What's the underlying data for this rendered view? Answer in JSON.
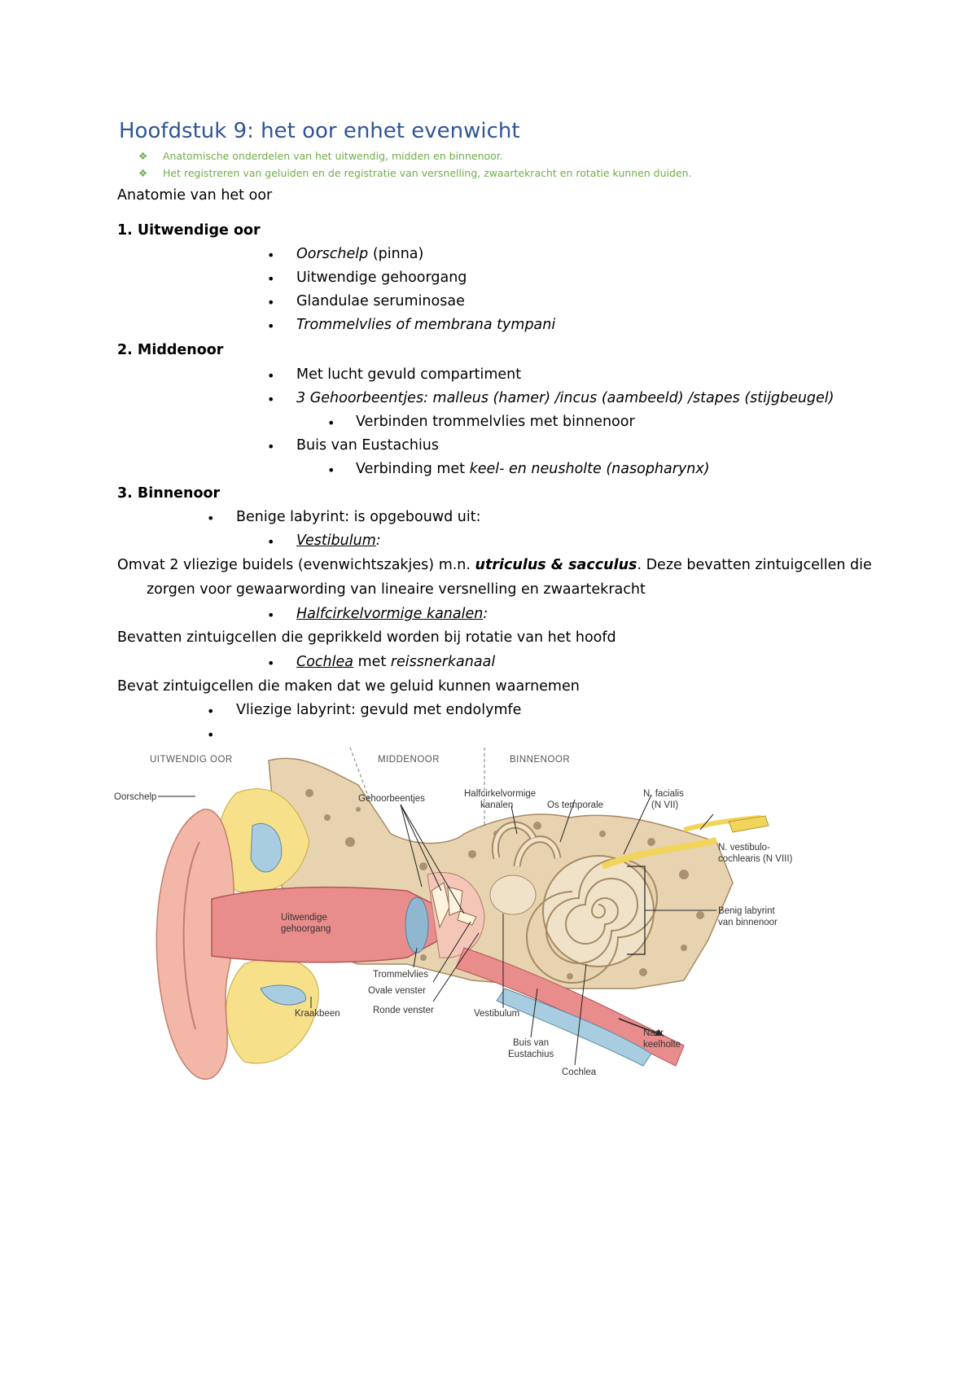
{
  "title": "Hoofdstuk 9: het oor enhet evenwicht",
  "objectives": [
    "Anatomische onderdelen van het uitwendig, midden en binnenoor.",
    "Het registreren van geluiden en de registratie van versnelling, zwaartekracht en rotatie kunnen duiden."
  ],
  "objective_bullet": "❖",
  "bullet": "•",
  "intro": "Anatomie van het oor",
  "s1": {
    "heading": "1. Uitwendige oor",
    "items": [
      "Oorschelp",
      " (pinna)",
      "Uitwendige gehoorgang",
      "Glandulae seruminosae",
      "Trommelvlies of membrana tympani"
    ]
  },
  "s2": {
    "heading": "2. Middenoor",
    "item1": "Met lucht gevuld compartiment",
    "item2": "3 Gehoorbeentjes: malleus (hamer) /incus (aambeeld) /stapes (stijgbeugel)",
    "item2_sub": "Verbinden trommelvlies met binnenoor",
    "item3": "Buis van Eustachius",
    "item3_sub_a": "Verbinding met ",
    "item3_sub_b": "keel- en neusholte (nasopharynx)"
  },
  "s3": {
    "heading": "3. Binnenoor",
    "benig": "Benige labyrint: is opgebouwd uit:",
    "vestibulum": "Vestibulum",
    "colon": ":",
    "vest_text_a": "Omvat 2 vliezige buidels (evenwichtszakjes) m.n. ",
    "vest_text_b": "utriculus & sacculus",
    "vest_text_c": ". Deze bevatten zintuigcellen die",
    "vest_text_d": "zorgen voor gewaarwording van lineaire versnelling en zwaartekracht",
    "halfcirkel": "Halfcirkelvormige kanalen",
    "halfcirkel_text": "Bevatten zintuigcellen die geprikkeld worden bij rotatie van het hoofd",
    "cochlea": "Cochlea",
    "met": " met ",
    "reissner": "reissnerkanaal",
    "cochlea_text": "Bevat zintuigcellen die maken dat we geluid kunnen waarnemen",
    "vliezig": "Vliezige labyrint: gevuld met endolymfe"
  },
  "figure": {
    "headers": [
      "UITWENDIG OOR",
      "MIDDENOOR",
      "BINNENOOR"
    ],
    "labels": {
      "oorschelp": "Oorschelp",
      "gehoorbeentjes": "Gehoorbeentjes",
      "halfcirkel1": "Halfcirkelvormige",
      "halfcirkel2": "kanalen",
      "os_temporale": "Os temporale",
      "facialis1": "N. facialis",
      "facialis2": "(N VII)",
      "vestcoch1": "N. vestibulo-",
      "vestcoch2": "cochlearis (N VIII)",
      "gehoorgang1": "Uitwendige",
      "gehoorgang2": "gehoorgang",
      "benig1": "Benig labyrint",
      "benig2": "van binnenoor",
      "trommelvlies": "Trommelvlies",
      "ovale": "Ovale venster",
      "ronde": "Ronde venster",
      "kraakbeen": "Kraakbeen",
      "vestibulum": "Vestibulum",
      "buis1": "Buis van",
      "buis2": "Eustachius",
      "cochlea": "Cochlea",
      "naar1": "Naar",
      "naar2": "keelholte"
    },
    "colors": {
      "skin": "#f2b7a7",
      "canal": "#e98c8c",
      "bone": "#e8d3b0",
      "fat": "#f6e08a",
      "cartilage": "#a9cde0",
      "nerve": "#f1d45a"
    }
  }
}
